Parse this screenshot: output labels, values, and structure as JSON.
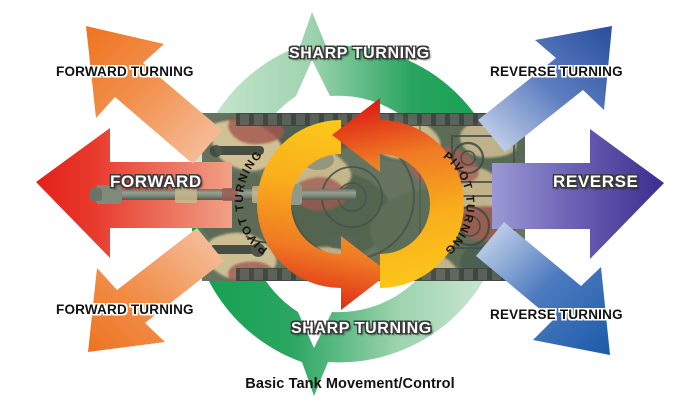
{
  "title": "Basic Tank Movement/Control",
  "caption": "Basic Tank Movement/Control",
  "labels": {
    "forward": "FORWARD",
    "reverse": "REVERSE",
    "sharp_turning_top": "SHARP TURNING",
    "sharp_turning_bottom": "SHARP TURNING",
    "forward_turning_upper_left": "FORWARD TURNING",
    "forward_turning_lower_left": "FORWARD TURNING",
    "reverse_turning_upper_right": "REVERSE TURNING",
    "reverse_turning_lower_right": "REVERSE TURNING",
    "pivot_turning_left": "PIVOT TURNING",
    "pivot_turning_right": "PIVOT TURNING"
  },
  "colors": {
    "forward_arrow_tip": "#e8261c",
    "forward_arrow_tail": "#ef9279",
    "reverse_arrow_tip": "#3d2f94",
    "reverse_arrow_tail": "#8e8ccd",
    "forward_turning_tip": "#ef7f2e",
    "forward_turning_tail": "#f3bb9b",
    "reverse_turning_tip": "#2b4f9e",
    "reverse_turning_tail": "#c6d3ea",
    "sharp_turning_solid": "#13a martial",
    "sharp_turning_green": "#19a05a",
    "sharp_turning_light": "#c9e6cf",
    "pivot_yellow": "#fbc417",
    "pivot_orange": "#f08323",
    "pivot_red": "#e2241b",
    "background": "#ffffff",
    "caption_text": "#111111"
  },
  "elements": {
    "tank_photo": "top-down camouflaged tank photograph",
    "center_circle": "green circular sharp-turning band",
    "pivot_rings": "two opposed semicircular pivot arrows"
  }
}
